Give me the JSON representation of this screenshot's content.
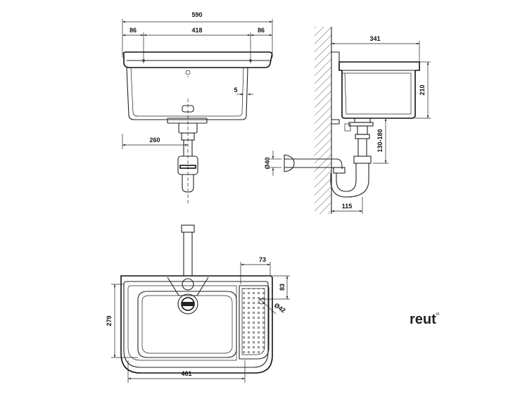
{
  "front_view": {
    "dims": {
      "total_width": "590",
      "left_edge": "86",
      "hole_spacing": "418",
      "right_edge": "86",
      "wall_thickness": "5",
      "drain_offset": "260"
    }
  },
  "side_view": {
    "dims": {
      "depth": "341",
      "basin_height": "210",
      "drain_height": "130-180",
      "pipe_diameter": "Ø40",
      "wall_offset": "115"
    }
  },
  "top_view": {
    "dims": {
      "grid_width": "73",
      "grid_offset": "83",
      "drain_diameter": "Ø42",
      "depth": "279",
      "basin_width": "461"
    }
  },
  "brand": {
    "name": "reut",
    "mark": "IK"
  }
}
